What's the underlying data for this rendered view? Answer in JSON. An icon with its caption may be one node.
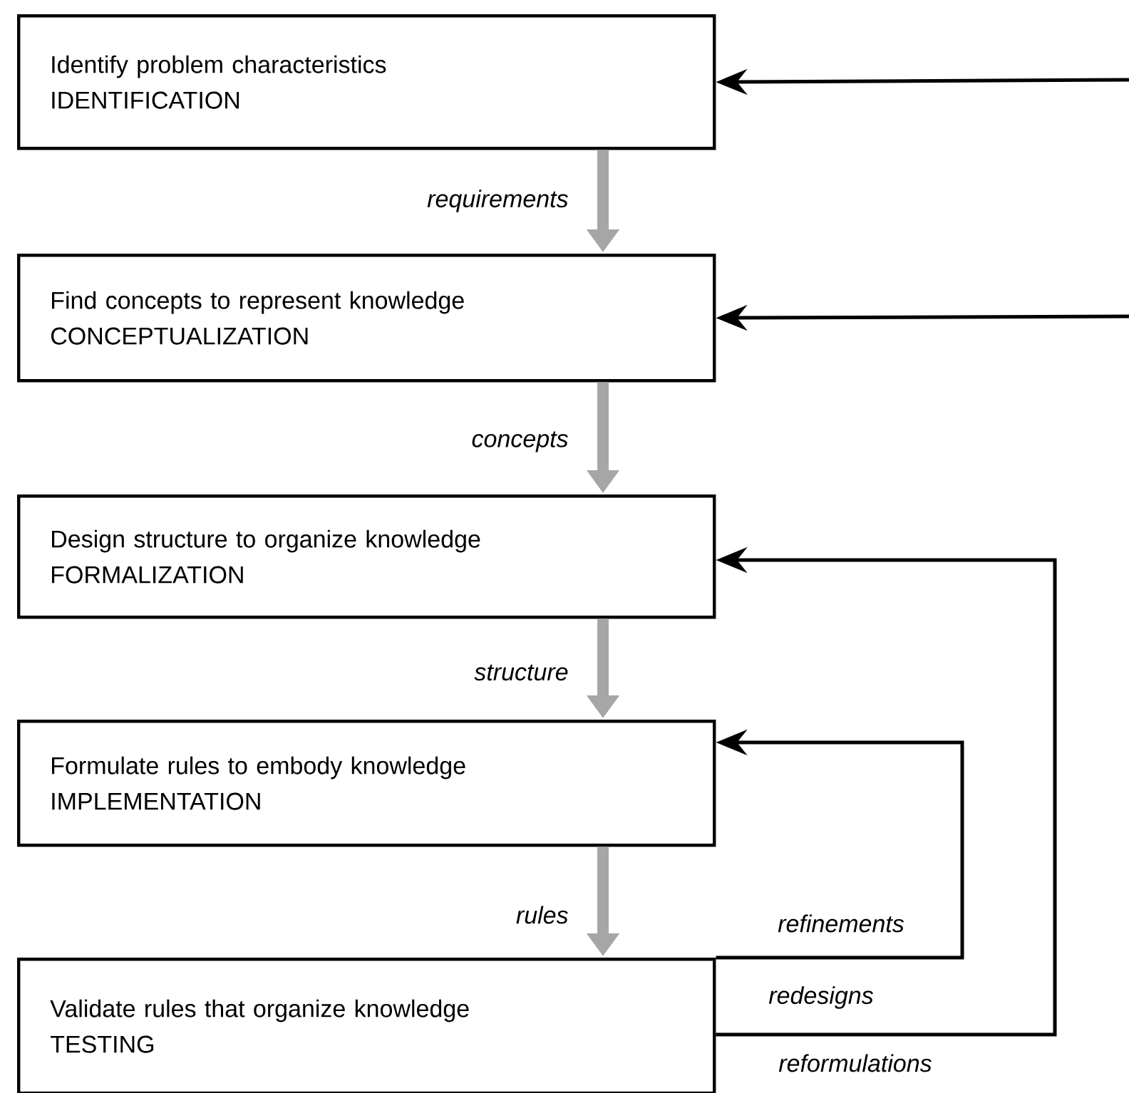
{
  "diagram": {
    "nodes": [
      {
        "text": [
          "Identify problem characteristics",
          "IDENTIFICATION"
        ]
      },
      {
        "text": [
          "Find concepts to represent knowledge",
          "CONCEPTUALIZATION"
        ]
      },
      {
        "text": [
          "Design structure to organize knowledge",
          "FORMALIZATION"
        ]
      },
      {
        "text": [
          "Formulate rules to embody knowledge",
          "IMPLEMENTATION"
        ]
      },
      {
        "text": [
          "Validate rules that organize knowledge",
          "TESTING"
        ]
      }
    ],
    "edges": [
      {
        "from": 0,
        "to": 1,
        "arrow": "to",
        "label": "requirements",
        "style": "thick",
        "color": "#a6a6a6"
      },
      {
        "from": 1,
        "to": 2,
        "arrow": "to",
        "label": "concepts",
        "style": "thick",
        "color": "#a6a6a6"
      },
      {
        "from": 2,
        "to": 3,
        "arrow": "to",
        "label": "structure",
        "style": "thick",
        "color": "#a6a6a6"
      },
      {
        "from": 3,
        "to": 4,
        "arrow": "to",
        "label": "rules",
        "style": "thick",
        "color": "#a6a6a6"
      },
      {
        "from": 4,
        "to": 3,
        "arrow": "to",
        "label": "refinements",
        "color": "#000000"
      },
      {
        "from": 4,
        "to": 2,
        "arrow": "to",
        "label": "redesigns",
        "color": "#000000"
      },
      {
        "from": null,
        "to": 0,
        "arrow": "to",
        "color": "#000000"
      },
      {
        "from": null,
        "to": 1,
        "arrow": "to",
        "color": "#000000"
      }
    ],
    "labels": [
      "reformulations"
    ]
  }
}
